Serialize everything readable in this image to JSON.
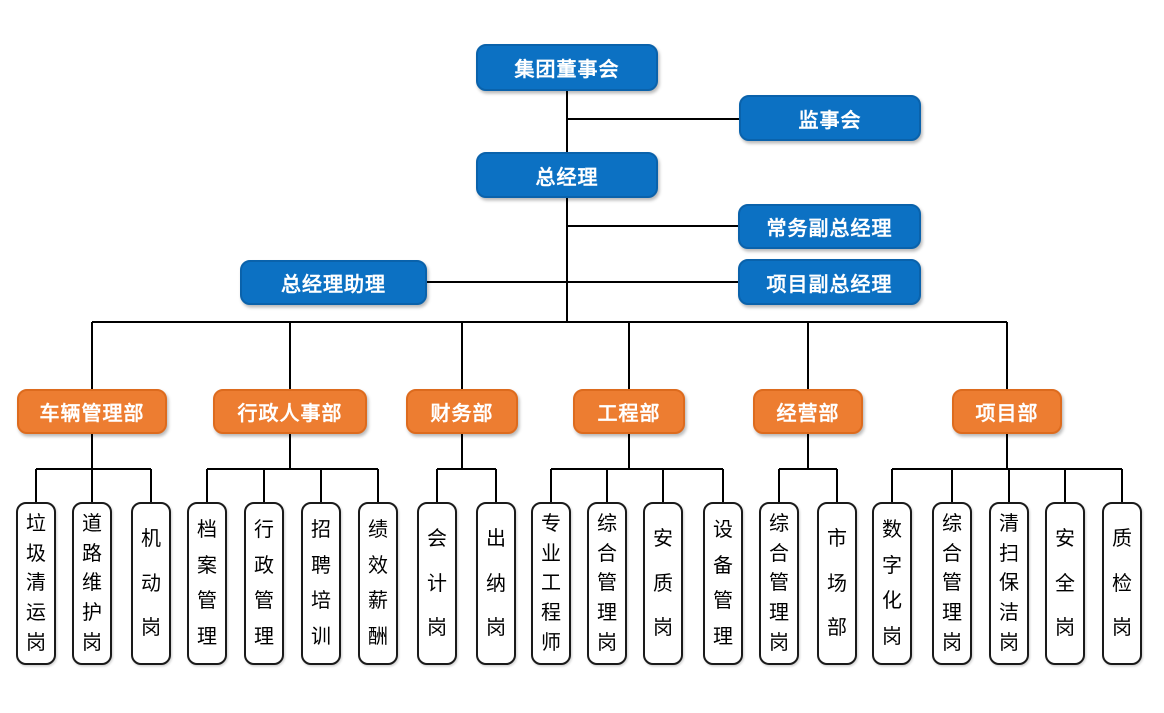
{
  "colors": {
    "blue": "#0C71C3",
    "blue_border": "#0A62AB",
    "orange": "#ED7D31",
    "orange_border": "#DD6B1E",
    "line": "#000000",
    "leaf_border": "#1a1a1a",
    "text_on_color": "#FFFFFF",
    "leaf_text": "#000000"
  },
  "org": {
    "top_nodes": {
      "board": "集团董事会",
      "supervisory": "监事会",
      "general_manager": "总经理",
      "exec_deputy_gm": "常务副总经理",
      "project_deputy_gm": "项目副总经理",
      "gm_assistant": "总经理助理"
    },
    "departments": [
      {
        "label": "车辆管理部",
        "positions": [
          "垃圾清运岗",
          "道路维护岗",
          "机动岗"
        ]
      },
      {
        "label": "行政人事部",
        "positions": [
          "档案管理",
          "行政管理",
          "招聘培训",
          "绩效薪酬"
        ]
      },
      {
        "label": "财务部",
        "positions": [
          "会计岗",
          "出纳岗"
        ]
      },
      {
        "label": "工程部",
        "positions": [
          "专业工程师",
          "综合管理岗",
          "安质岗",
          "设备管理"
        ]
      },
      {
        "label": "经营部",
        "positions": [
          "综合管理岗",
          "市场部"
        ]
      },
      {
        "label": "项目部",
        "positions": [
          "数字化岗",
          "综合管理岗",
          "清扫保洁岗",
          "安全岗",
          "质检岗"
        ]
      }
    ]
  }
}
